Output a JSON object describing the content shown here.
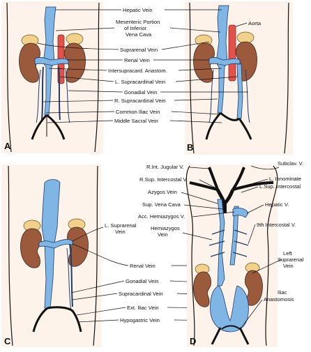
{
  "panels": {
    "A": {
      "letter": "A"
    },
    "B": {
      "letter": "B"
    },
    "C": {
      "letter": "C"
    },
    "D": {
      "letter": "D"
    }
  },
  "labels_top": {
    "hepatic_vein": "Hepatic Vein",
    "mesenteric_1": "Mesenteric Portion",
    "mesenteric_2": "of Inferior",
    "mesenteric_3": "Vena Cava",
    "suprarenal_vein": "Suprarenal Vein",
    "renal_vein": "Renal Vein",
    "intersupracard": "Intersupracard. Anastom.",
    "l_supracardinal": "L. Supracardinal Vein",
    "gonadial_vein": "Gonadial Vein",
    "r_supracardinal": "R. Supracardinal Vein",
    "common_iliac": "Common Iliac Vein",
    "middle_sacral": "Middle Sacral Vein",
    "aorta": "Aorta"
  },
  "labels_bottom_left": {
    "l_suprarenal_1": "L. Suprarenal",
    "l_suprarenal_2": "Vein",
    "renal_vein": "Renal Vein",
    "gonadial_vein": "Gonadial Vein",
    "supracardinal_vein": "Supracardinal Vein",
    "ext_iliac": "Ext. Iliac Vein",
    "hypogastric": "Hypogastric Vein"
  },
  "labels_bottom_right": {
    "r_int_jugular": "R.Int. Jugular V.",
    "r_sup_intercostal": "R.Sup. Intercostal V.",
    "azygos": "Azygos Vein",
    "sup_vena_cava": "Sup. Vena Cava",
    "acc_hemiazygos": "Acc. Hemiazygos V.",
    "hemiazygos_1": "Hemiazygos",
    "hemiazygos_2": "Vein",
    "subclav": "Subclav. V.",
    "l_innominate": "L. Innominate",
    "l_sup_intercostal": "L.Sup. Intercostal",
    "hepatic_v": "Hepatic V.",
    "ninth_intercostal": "9th Intercostal V.",
    "left_suprarenal_1": "Left",
    "left_suprarenal_2": "Suprarenal",
    "left_suprarenal_3": "Vein",
    "iliac_1": "Iliac",
    "iliac_2": "Anastomosis"
  },
  "colors": {
    "vein": "#7fb6e6",
    "kidney": "#9c5a3c",
    "adrenal": "#f2d28a",
    "aorta": "#e0524a",
    "skin": "#fbeee3"
  }
}
